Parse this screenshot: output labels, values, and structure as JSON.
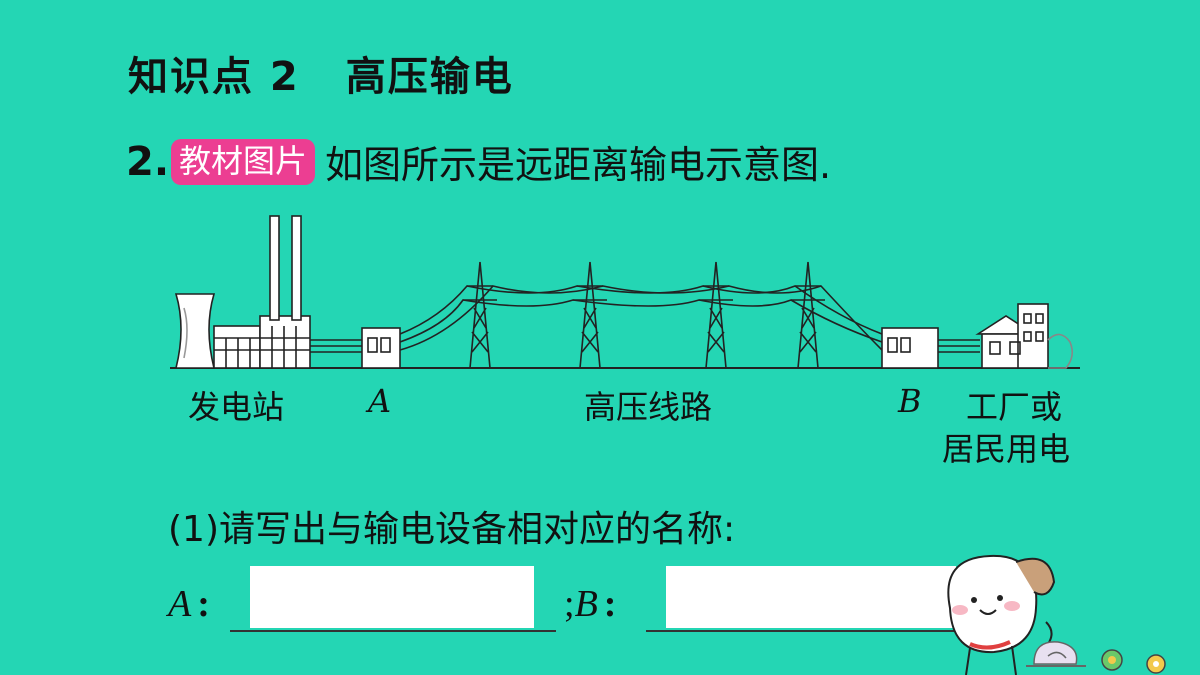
{
  "heading": {
    "number": "知识点 2",
    "title": "高压输电"
  },
  "question": {
    "number": "2.",
    "badge": "教材图片",
    "text": "如图所示是远距离输电示意图."
  },
  "diagram_labels": {
    "plant": "发电站",
    "a": "A",
    "line": "高压线路",
    "b": "B",
    "consumer_line1": "工厂或",
    "consumer_line2": "居民用电"
  },
  "sub_question": "(1)请写出与输电设备相对应的名称:",
  "answers": {
    "a_label": "A",
    "separator": ";",
    "b_label": "B",
    "colon": ":",
    "a_value": "",
    "b_value": ""
  },
  "colors": {
    "background": "#24D6B4",
    "badge": "#EC3E92"
  }
}
